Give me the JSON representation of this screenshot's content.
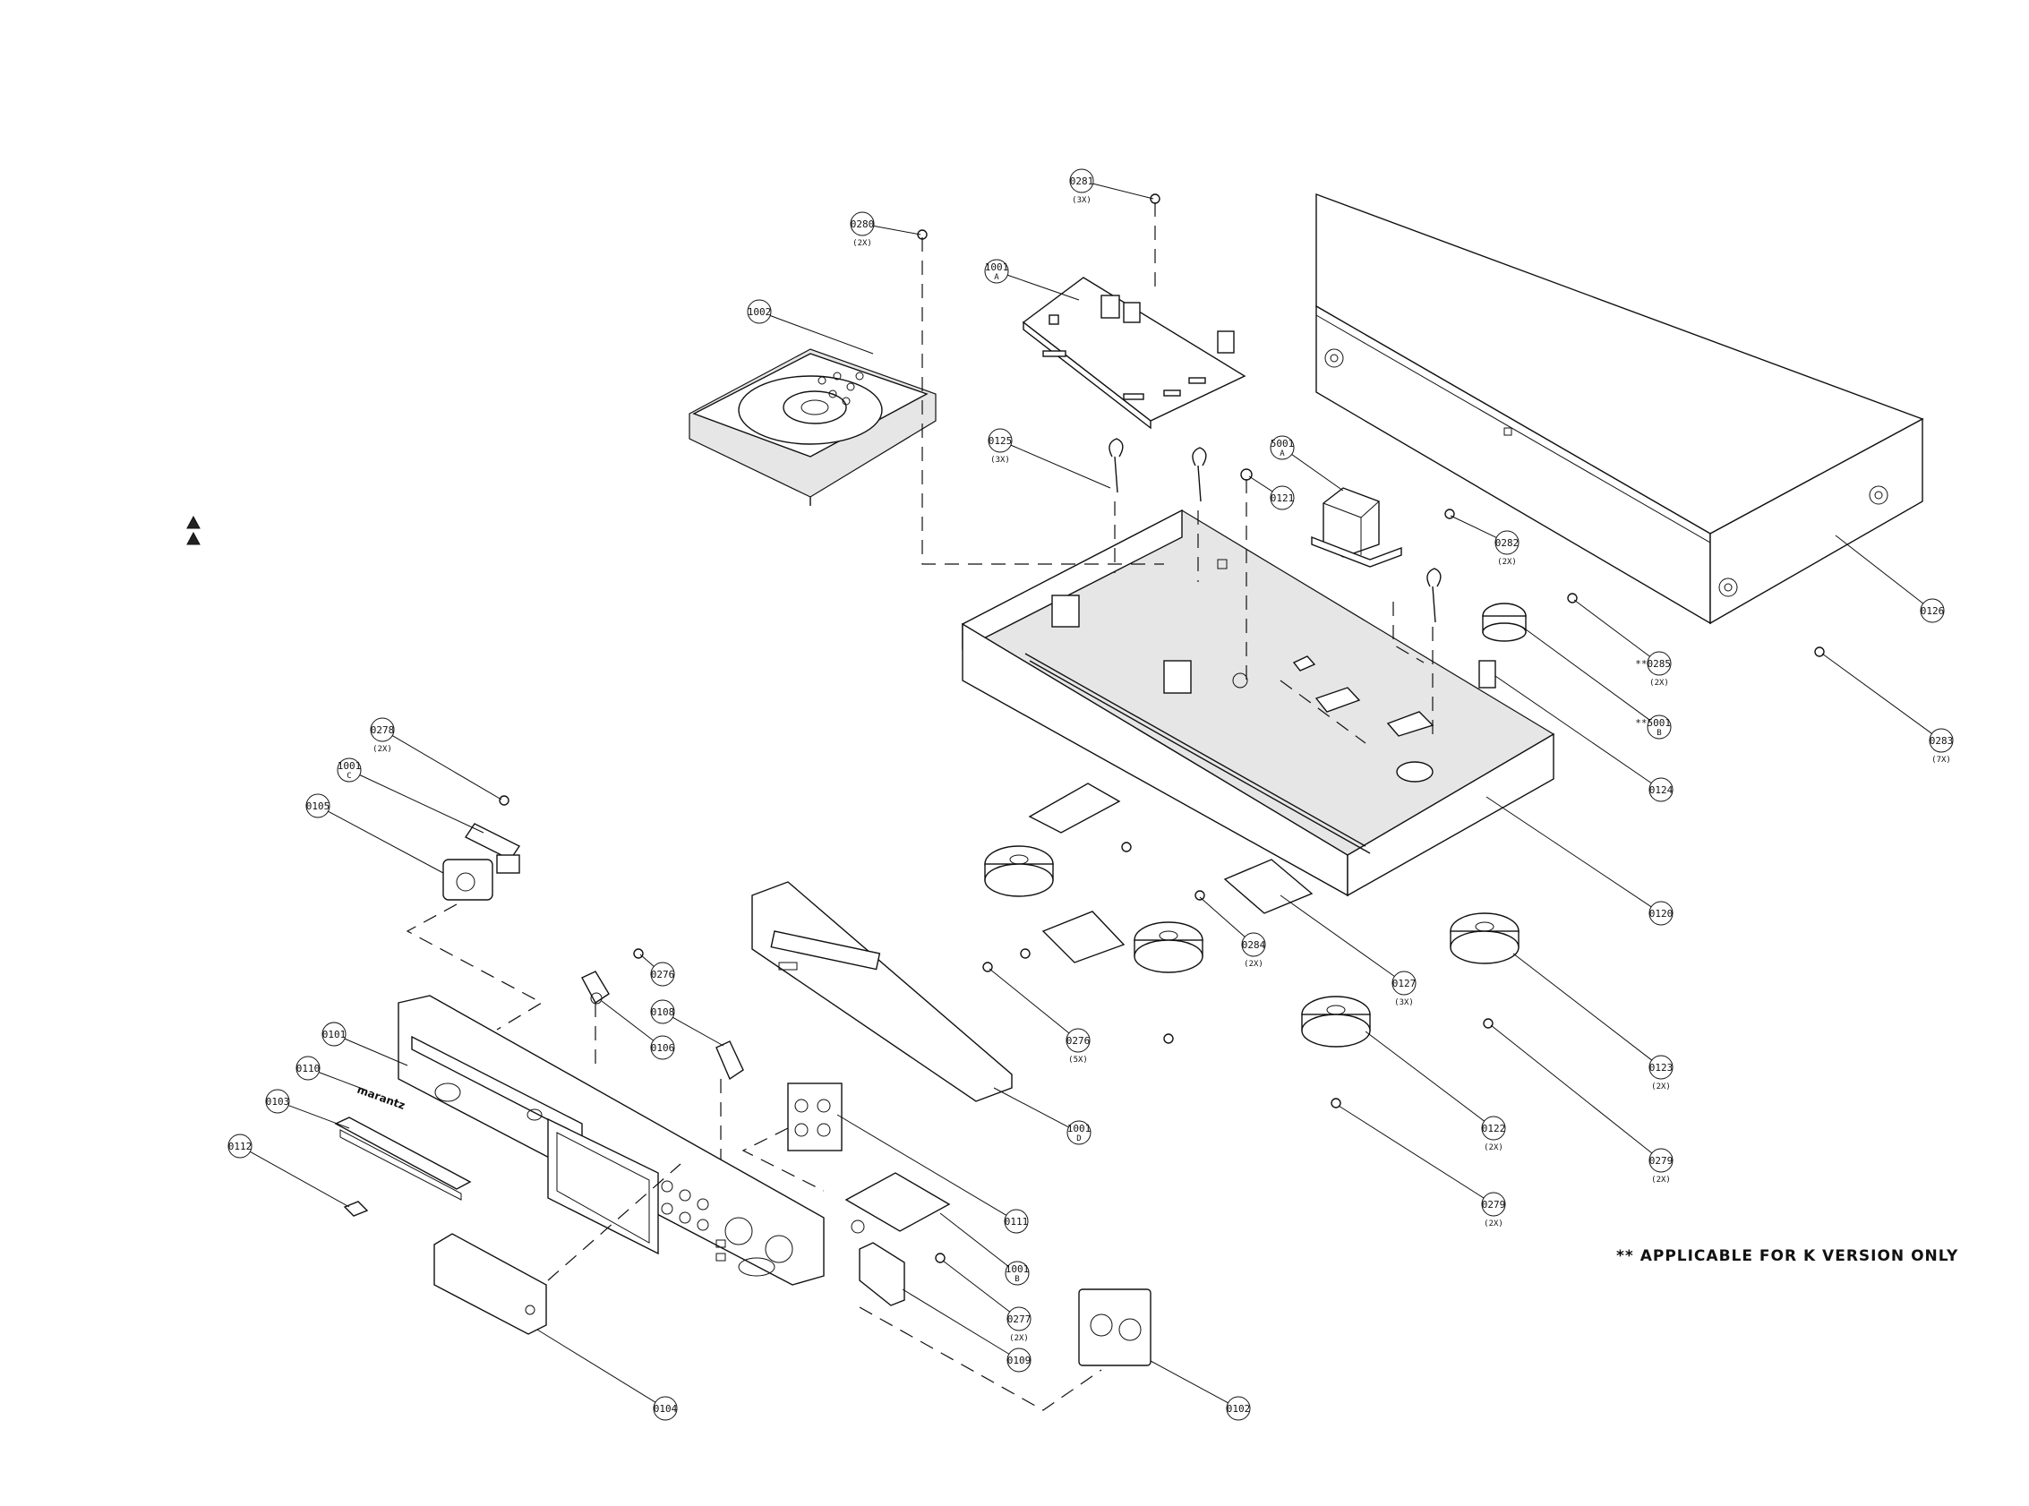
{
  "note": "** APPLICABLE FOR K VERSION ONLY",
  "logo_text": "marantz",
  "warning_icon": "warning-triangle-icon",
  "callouts": [
    {
      "id": "0281",
      "code": "0281",
      "sub": "(3X)"
    },
    {
      "id": "0280",
      "code": "0280",
      "sub": "(2X)"
    },
    {
      "id": "1001a",
      "code": "1001",
      "sub": "A"
    },
    {
      "id": "1002",
      "code": "1002",
      "sub": ""
    },
    {
      "id": "0125",
      "code": "0125",
      "sub": "(3X)"
    },
    {
      "id": "5001a",
      "code": "5001",
      "sub": "A"
    },
    {
      "id": "0121",
      "code": "0121",
      "sub": ""
    },
    {
      "id": "0282",
      "code": "0282",
      "sub": "(2X)"
    },
    {
      "id": "0285",
      "code": "**0285",
      "sub": "(2X)"
    },
    {
      "id": "5001b",
      "code": "**5001",
      "sub": "B"
    },
    {
      "id": "0126",
      "code": "0126",
      "sub": ""
    },
    {
      "id": "0283",
      "code": "0283",
      "sub": "(7X)"
    },
    {
      "id": "0124",
      "code": "0124",
      "sub": ""
    },
    {
      "id": "0120",
      "code": "0120",
      "sub": ""
    },
    {
      "id": "0278",
      "code": "0278",
      "sub": "(2X)"
    },
    {
      "id": "1001c",
      "code": "1001",
      "sub": "C"
    },
    {
      "id": "0105",
      "code": "0105",
      "sub": ""
    },
    {
      "id": "0284",
      "code": "0284",
      "sub": "(2X)"
    },
    {
      "id": "0127",
      "code": "0127",
      "sub": "(3X)"
    },
    {
      "id": "0123",
      "code": "0123",
      "sub": "(2X)"
    },
    {
      "id": "0276a",
      "code": "0276",
      "sub": ""
    },
    {
      "id": "0108",
      "code": "0108",
      "sub": ""
    },
    {
      "id": "0106",
      "code": "0106",
      "sub": ""
    },
    {
      "id": "0276b",
      "code": "0276",
      "sub": "(5X)"
    },
    {
      "id": "0101",
      "code": "0101",
      "sub": ""
    },
    {
      "id": "0110",
      "code": "0110",
      "sub": ""
    },
    {
      "id": "0103",
      "code": "0103",
      "sub": ""
    },
    {
      "id": "0112",
      "code": "0112",
      "sub": ""
    },
    {
      "id": "1001d",
      "code": "1001",
      "sub": "D"
    },
    {
      "id": "0122",
      "code": "0122",
      "sub": "(2X)"
    },
    {
      "id": "0279a",
      "code": "0279",
      "sub": "(2X)"
    },
    {
      "id": "0279b",
      "code": "0279",
      "sub": "(2X)"
    },
    {
      "id": "0111",
      "code": "0111",
      "sub": ""
    },
    {
      "id": "1001b",
      "code": "1001",
      "sub": "B"
    },
    {
      "id": "0277",
      "code": "0277",
      "sub": "(2X)"
    },
    {
      "id": "0109",
      "code": "0109",
      "sub": ""
    },
    {
      "id": "0104",
      "code": "0104",
      "sub": ""
    },
    {
      "id": "0102",
      "code": "0102",
      "sub": ""
    }
  ]
}
